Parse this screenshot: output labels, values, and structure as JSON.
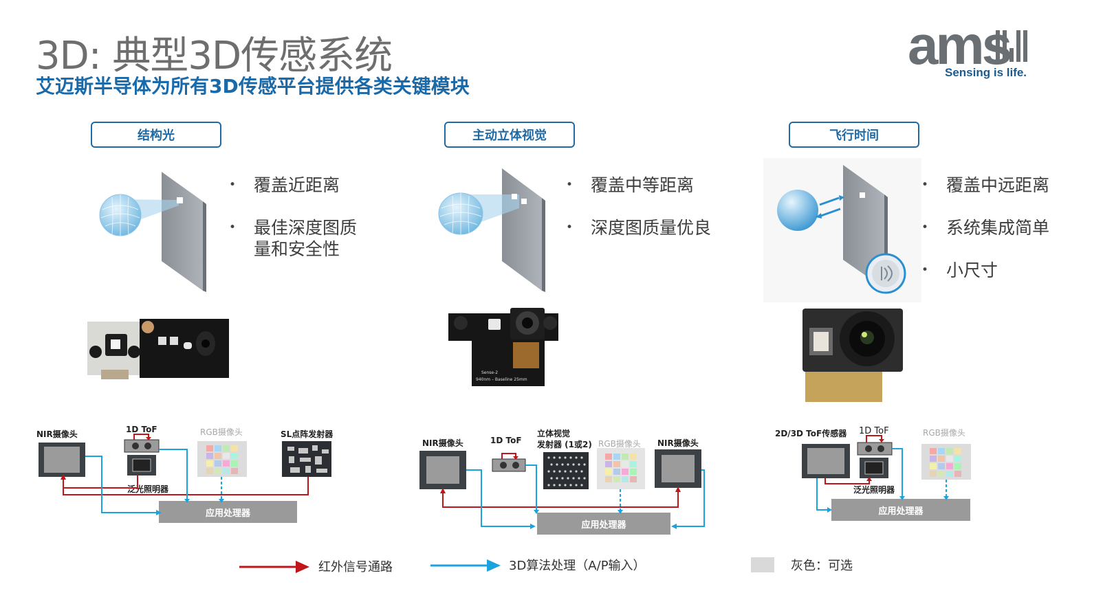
{
  "header": {
    "title": "3D: 典型3D传感系统",
    "subtitle": "艾迈斯半导体为所有3D传感平台提供各类关键模块"
  },
  "logo": {
    "wordmark": "ams",
    "tagline": "Sensing is life."
  },
  "columns": [
    {
      "category": "结构光",
      "bullets": [
        "覆盖近距离",
        "最佳深度图质量和安全性"
      ],
      "diagram": {
        "labels": [
          "NIR摄像头",
          "1D ToF",
          "RGB摄像头",
          "SL点阵发射器",
          "泛光照明器"
        ],
        "processor": "应用处理器"
      }
    },
    {
      "category": "主动立体视觉",
      "bullets": [
        "覆盖中等距离",
        "深度图质量优良"
      ],
      "diagram": {
        "labels": [
          "NIR摄像头",
          "1D ToF",
          "立体视觉",
          "发射器 (1或2)",
          "RGB摄像头",
          "NIR摄像头"
        ],
        "processor": "应用处理器"
      },
      "board_text": [
        "Sense-2",
        "940nm – Baseline 25mm"
      ]
    },
    {
      "category": "飞行时间",
      "bullets": [
        "覆盖中远距离",
        "系统集成简单",
        "小尺寸"
      ],
      "diagram": {
        "labels": [
          "2D/3D ToF传感器",
          "1D ToF",
          "RGB摄像头",
          "泛光照明器"
        ],
        "processor": "应用处理器"
      }
    }
  ],
  "legend": {
    "items": [
      {
        "label": "红外信号通路",
        "color": "#c0151b"
      },
      {
        "label": "3D算法处理（A/P输入）",
        "color": "#1aa3dc"
      },
      {
        "label": "灰色：可选",
        "color": "#d9d9d9"
      }
    ]
  },
  "colors": {
    "accent_blue": "#1f6aa5",
    "ir_red": "#c0151b",
    "algo_cyan": "#1aa3dc",
    "title_gray": "#6e6e6e"
  }
}
